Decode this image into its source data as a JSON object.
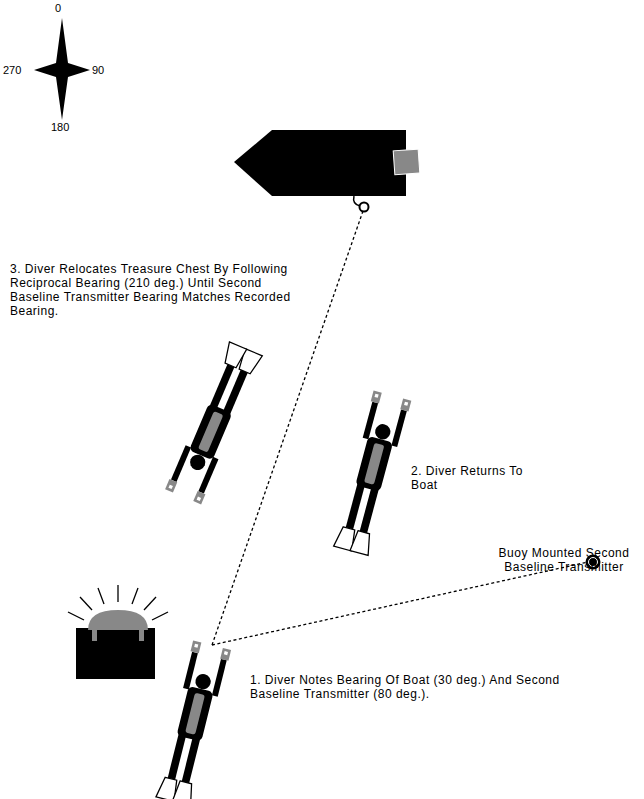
{
  "diagram": {
    "labels": [
      "0",
      "270",
      "90",
      "180",
      "3. Diver Relocates Treasure Chest By Following Reciprocal Bearing (210 deg.) Until Second Baseline Transmitter Bearing Matches Recorded Bearing.",
      "2. Diver Returns To Boat",
      "Buoy Mounted Second Baseline Transmitter",
      "1. Diver Notes Bearing Of Boat (30 deg.) And Second Baseline Transmitter (80 deg.)."
    ]
  }
}
